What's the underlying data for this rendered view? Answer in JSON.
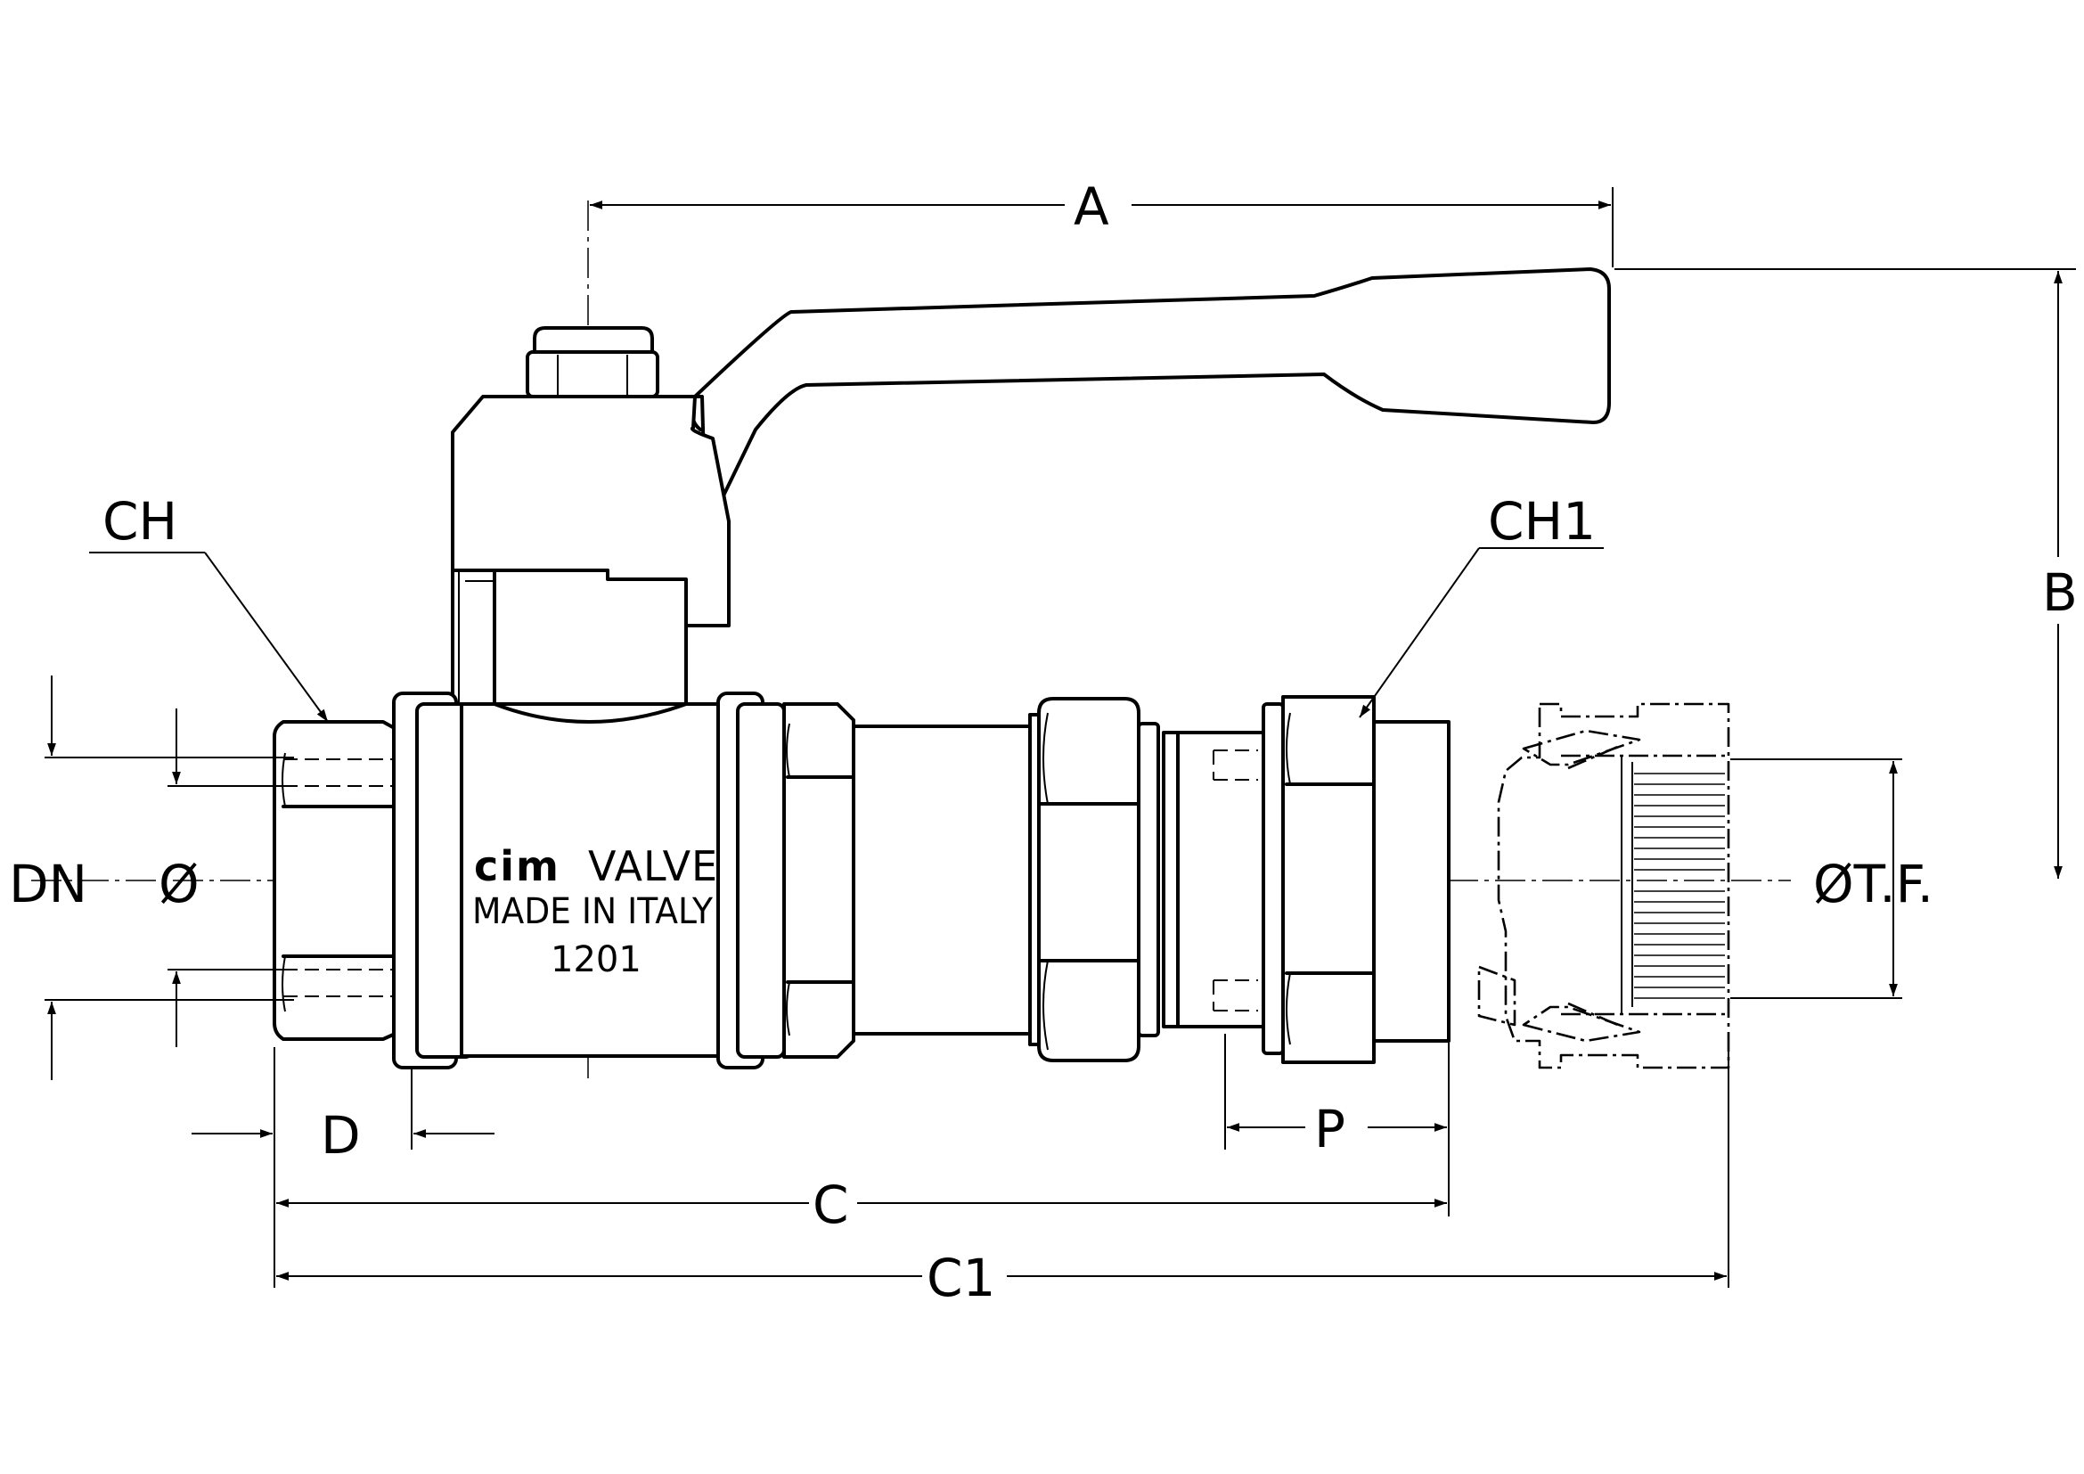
{
  "labels": {
    "A": "A",
    "B": "B",
    "C": "C",
    "C1": "C1",
    "D": "D",
    "P": "P",
    "CH": "CH",
    "CH1": "CH1",
    "DN": "DN",
    "diameter": "Ø",
    "diameter_tf": "ØT.F."
  },
  "marking": {
    "brand_cim": "cim",
    "brand_valve": "VALVE",
    "origin": "MADE IN ITALY",
    "model": "1201"
  }
}
